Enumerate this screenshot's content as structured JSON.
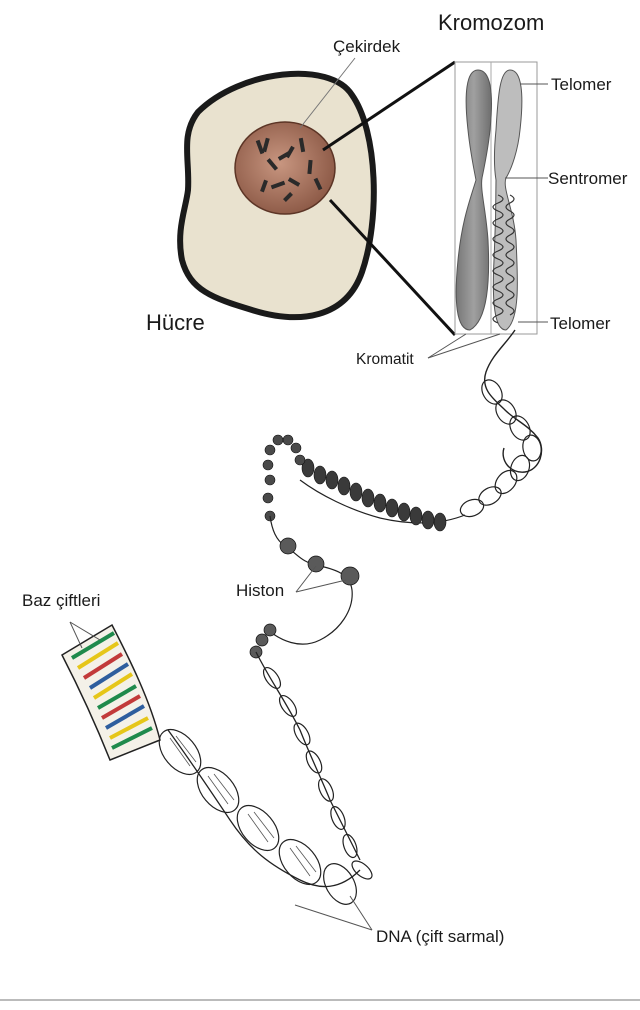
{
  "labels": {
    "chromosome": "Kromozom",
    "nucleus": "Çekirdek",
    "telomere_top": "Telomer",
    "centromere": "Sentromer",
    "telomere_bottom": "Telomer",
    "cell": "Hücre",
    "chromatid": "Kromatit",
    "histone": "Histon",
    "base_pairs": "Baz çiftleri",
    "dna": "DNA (çift sarmal)"
  },
  "colors": {
    "cell_fill": "#e9e2cf",
    "cell_outline": "#1a1a1a",
    "nucleus_fill": "#a9725c",
    "chromosome_fill": "#8c8c8c",
    "base_pair_colors": [
      "#1f8a4c",
      "#e6c619",
      "#c23a3a",
      "#2e5e9e"
    ]
  }
}
